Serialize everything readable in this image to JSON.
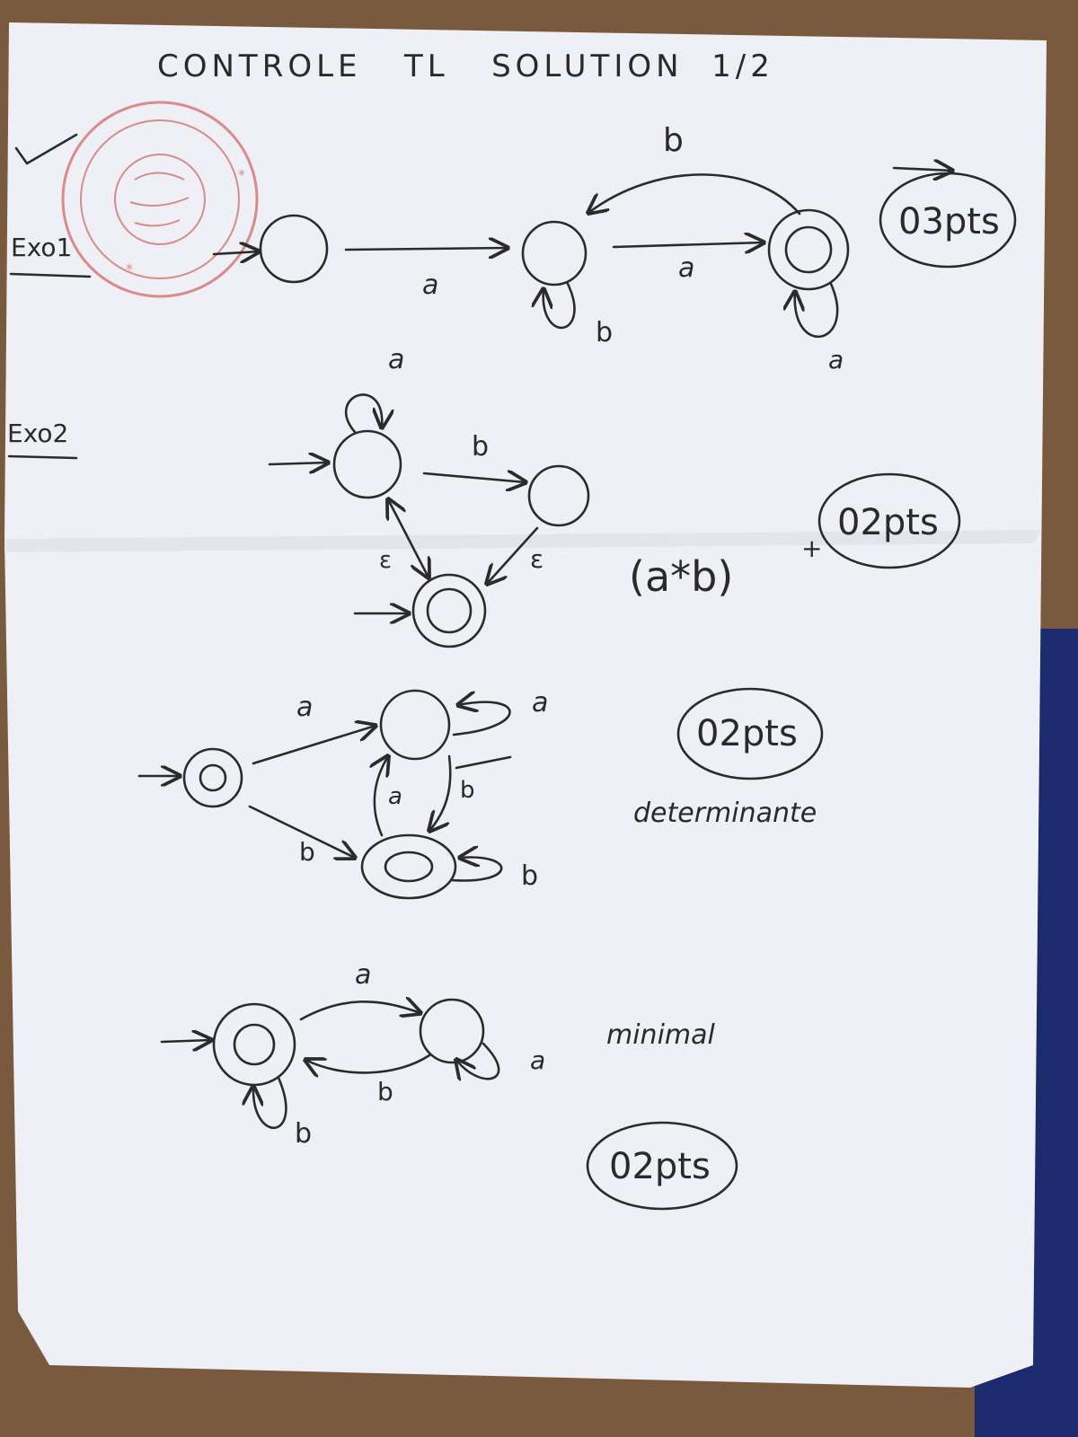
{
  "page": {
    "title": "CONTROLE   TL   SOLUTION  1/2",
    "paper_color": "#eef0f5",
    "ink_color": "#2b2b2b",
    "stamp_color": "#d98a8a"
  },
  "exo1": {
    "label": "Exo1",
    "edge_ab": "a",
    "edge_bc": "a",
    "edge_cb": "b",
    "loop_b": "b",
    "loop_c": "a",
    "score": "03pts"
  },
  "exo2": {
    "label": "Exo2",
    "nfa": {
      "loop_a": "a",
      "edge_b": "b",
      "eps_right": "ε",
      "eps_left": "ε"
    },
    "regex_base": "(a*b)",
    "regex_exp": "+",
    "regex_score": "02pts",
    "dfa": {
      "edge_a_top": "a",
      "loop_a_top": "a",
      "edge_b_top": "b",
      "edge_a_up": "a",
      "edge_b_bottom": "b",
      "loop_b_bottom": "b"
    },
    "dfa_score": "02pts",
    "dfa_note": "determinante",
    "min": {
      "edge_a": "a",
      "edge_b": "b",
      "loop_b": "b",
      "loop_a": "a"
    },
    "min_note": "minimal",
    "min_score": "02pts"
  }
}
